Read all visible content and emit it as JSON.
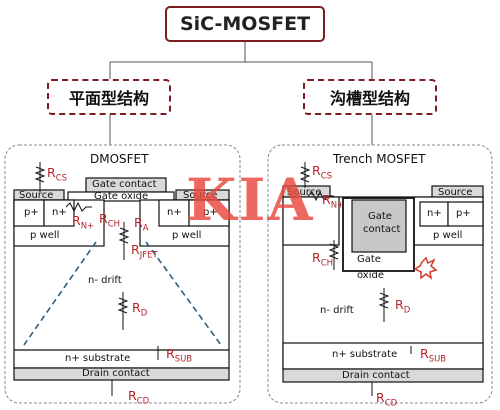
{
  "title": "SiC-MOSFET",
  "categories": {
    "planar": "平面型结构",
    "trench": "沟槽型结构"
  },
  "planar": {
    "name": "DMOSFET",
    "gate_contact": "Gate contact",
    "gate_oxide": "Gate oxide",
    "source_left": "Source",
    "source_right": "Source",
    "p_plus": "p+",
    "n_plus": "n+",
    "p_well": "p well",
    "n_drift": "n- drift",
    "n_substrate": "n+ substrate",
    "drain_contact": "Drain contact",
    "resistances": {
      "cs": {
        "main": "R",
        "sub": "CS"
      },
      "n_plus": {
        "main": "R",
        "sub": "N+"
      },
      "ch": {
        "main": "R",
        "sub": "CH"
      },
      "a": {
        "main": "R",
        "sub": "A"
      },
      "jfet": {
        "main": "R",
        "sub": "JFET"
      },
      "d": {
        "main": "R",
        "sub": "D"
      },
      "sub": {
        "main": "R",
        "sub": "SUB"
      },
      "cd": {
        "main": "R",
        "sub": "CD"
      }
    }
  },
  "trench": {
    "name": "Trench MOSFET",
    "gate_contact_line1": "Gate",
    "gate_contact_line2": "contact",
    "gate_oxide_line1": "Gate",
    "gate_oxide_line2": "oxide",
    "source_left": "Source",
    "source_right": "Source",
    "p_plus": "p+",
    "n_plus": "n+",
    "p_well": "p well",
    "n_drift": "n- drift",
    "n_substrate": "n+ substrate",
    "drain_contact": "Drain contact",
    "resistances": {
      "cs": {
        "main": "R",
        "sub": "CS"
      },
      "n_plus": {
        "main": "R",
        "sub": "N+"
      },
      "ch": {
        "main": "R",
        "sub": "CH"
      },
      "d": {
        "main": "R",
        "sub": "D"
      },
      "sub": {
        "main": "R",
        "sub": "SUB"
      },
      "cd": {
        "main": "R",
        "sub": "CD"
      }
    }
  },
  "watermark": "KIA",
  "colors": {
    "title_border": "#7a1c22",
    "resistance": "#b4232b",
    "watermark": "#e8483e",
    "metal": "#d9d9d9",
    "trench_gate": "#c8c8c8",
    "jfet_dashed": "#2f5d7c"
  }
}
